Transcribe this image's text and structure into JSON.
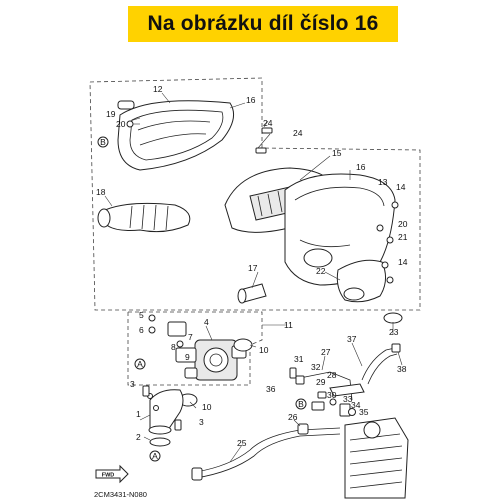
{
  "banner": {
    "text": "Na obrázku díl číslo 16",
    "color": "#ffd200"
  },
  "labels": [
    "1",
    "2",
    "3",
    "3",
    "4",
    "5",
    "6",
    "7",
    "8",
    "9",
    "10",
    "10",
    "11",
    "12",
    "13",
    "14",
    "14",
    "15",
    "16",
    "16",
    "17",
    "18",
    "19",
    "20",
    "20",
    "21",
    "22",
    "23",
    "24",
    "24",
    "25",
    "26",
    "27",
    "28",
    "29",
    "30",
    "31",
    "32",
    "33",
    "34",
    "35",
    "36",
    "37",
    "38"
  ],
  "refs": {
    "a": "A",
    "b": "B"
  },
  "fwd": "FWD",
  "code": "2CM3431-N080"
}
